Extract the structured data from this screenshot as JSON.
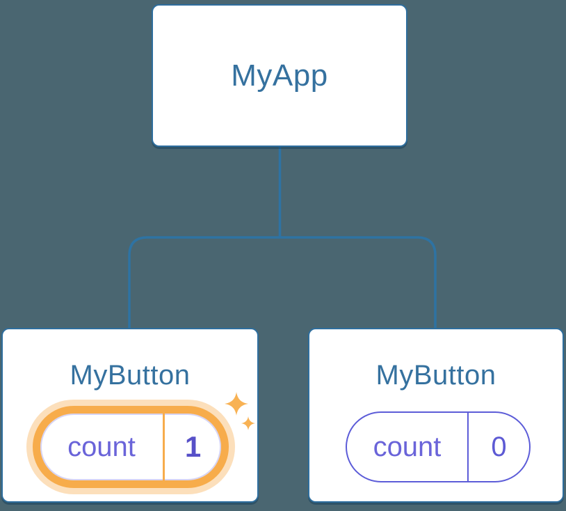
{
  "tree": {
    "root": {
      "label": "MyApp"
    },
    "children": [
      {
        "label": "MyButton",
        "state": {
          "key": "count",
          "value": "1"
        },
        "highlighted": true
      },
      {
        "label": "MyButton",
        "state": {
          "key": "count",
          "value": "0"
        },
        "highlighted": false
      }
    ]
  },
  "icons": {
    "highlight": "sparkles-icon"
  },
  "colors": {
    "background": "#4A6671",
    "connector": "#2E73A3",
    "node_border": "#2E6E9E",
    "node_fill": "#FFFFFF",
    "node_title_text": "#35719F",
    "state_border_purple": "#5C5CD8",
    "state_key_text": "#6A64D9",
    "state_value_text": "#5D5AD4",
    "state_value_highlight_text": "#5750C8",
    "highlight_ring_orange": "#F7AC4B",
    "highlight_halo": "rgba(247,172,75,0.38)",
    "sparkle_orange": "#F8B254"
  }
}
